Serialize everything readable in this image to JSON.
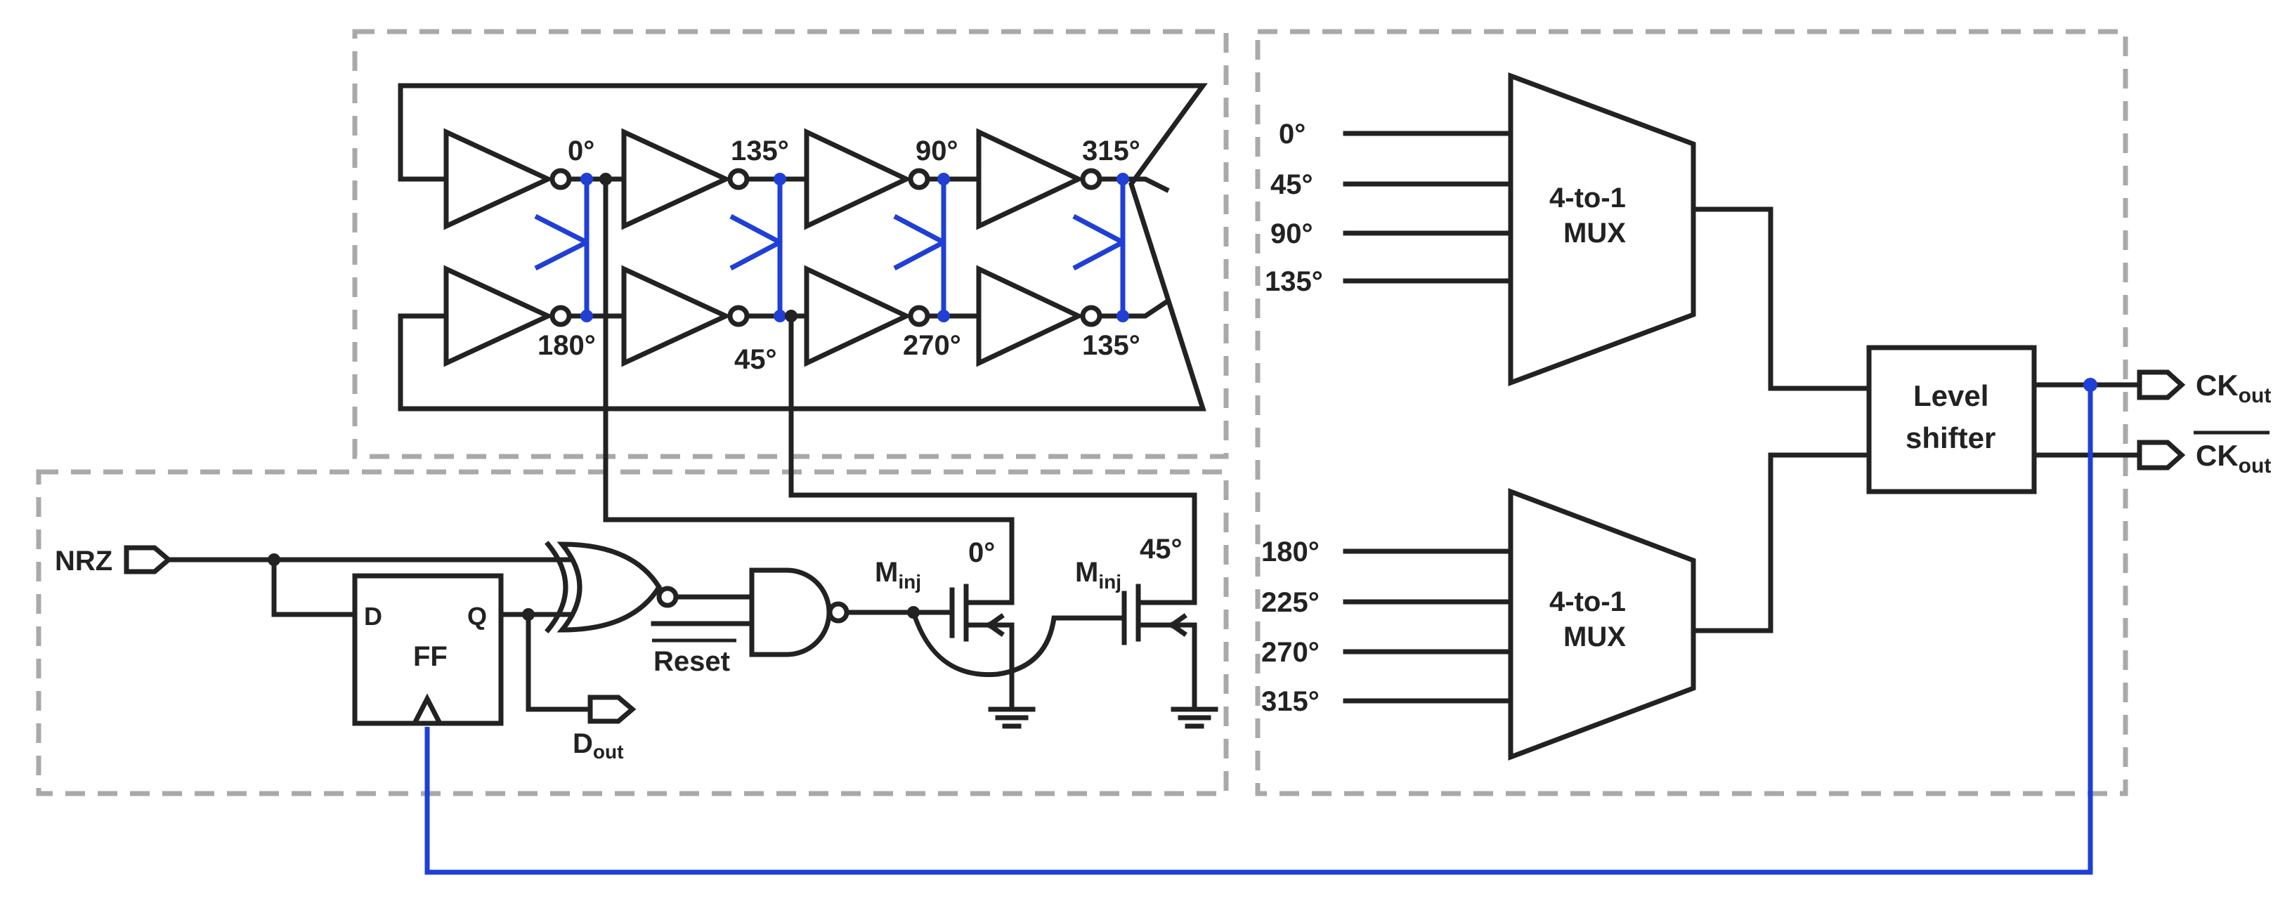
{
  "oscillator": {
    "top_labels": [
      "0°",
      "135°",
      "90°",
      "315°"
    ],
    "bottom_labels": [
      "180°",
      "45°",
      "270°",
      "135°"
    ]
  },
  "injection": {
    "nrz": "NRZ",
    "ff_label": "FF",
    "d_label": "D",
    "q_label": "Q",
    "dout": "D",
    "dout_sub": "out",
    "reset": "Reset",
    "minj": "M",
    "minj_sub": "inj",
    "minj1_phase": "0°",
    "minj2_phase": "45°"
  },
  "mux_top": {
    "inputs": [
      "0°",
      "45°",
      "90°",
      "135°"
    ],
    "label_line1": "4-to-1",
    "label_line2": "MUX"
  },
  "mux_bottom": {
    "inputs": [
      "180°",
      "225°",
      "270°",
      "315°"
    ],
    "label_line1": "4-to-1",
    "label_line2": "MUX"
  },
  "level_shifter": {
    "line1": "Level",
    "line2": "shifter"
  },
  "outputs": {
    "ck": "CK",
    "ck_sub": "out"
  },
  "colors": {
    "wire": "#222222",
    "feedback": "#1f3fd6",
    "dashed_box": "#a9a9a9"
  }
}
